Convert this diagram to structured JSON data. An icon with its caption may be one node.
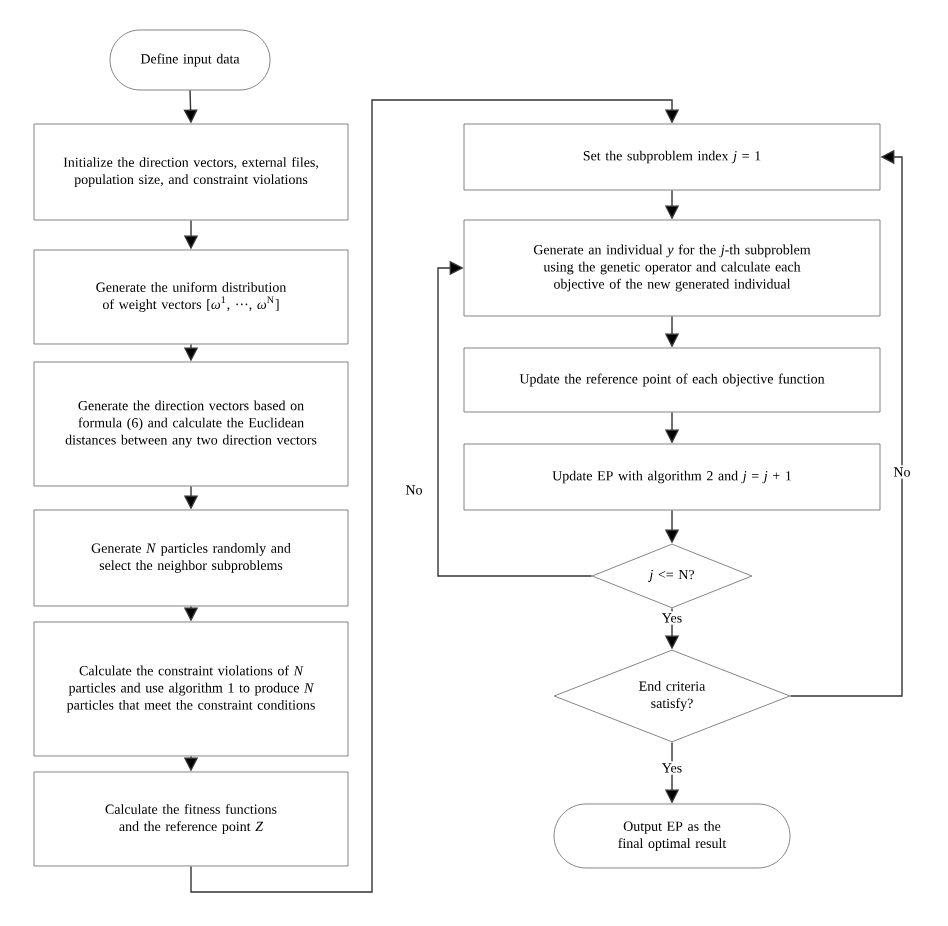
{
  "diagram": {
    "nodes": [
      {
        "text": [
          "Define input data"
        ]
      },
      {
        "text": [
          "Initialize the direction vectors, external files, population size, and constraint violations"
        ]
      },
      {
        "text": [
          "Generate the uniform distribution of weight vectors [*ω*$^{1}$, ···, *ω*$^{N}$]"
        ]
      },
      {
        "text": [
          "Generate the direction vectors based on formula (6) and calculate the Euclidean distances between any two direction vectors"
        ]
      },
      {
        "text": [
          "Generate *N* particles randomly and select the neighbor subproblems"
        ]
      },
      {
        "text": [
          "Calculate the constraint violations of *N* particles and use algorithm 1 to produce *N* particles that meet the constraint conditions"
        ]
      },
      {
        "text": [
          "Calculate the fitness functions and the reference point *Z*"
        ]
      },
      {
        "text": [
          "Set the subproblem index *j* = 1"
        ]
      },
      {
        "text": [
          "Generate an individual *y* for the *j*-th subproblem using the genetic operator and calculate each objective of the new generated individual"
        ]
      },
      {
        "text": [
          "Update the reference point of each objective function"
        ]
      },
      {
        "text": [
          "Update EP with algorithm 2 and *j* = *j* + 1"
        ]
      },
      {
        "text": [
          "*j* <= N?"
        ]
      },
      {
        "text": [
          "End criteria satisfy?"
        ]
      },
      {
        "text": [
          "Output EP as the final optimal result"
        ]
      }
    ],
    "edges": [
      {
        "from": 0,
        "to": 1,
        "arrow": "to"
      },
      {
        "from": 1,
        "to": 2,
        "arrow": "to"
      },
      {
        "from": 2,
        "to": 3,
        "arrow": "to"
      },
      {
        "from": 3,
        "to": 4,
        "arrow": "to"
      },
      {
        "from": 4,
        "to": 5,
        "arrow": "to"
      },
      {
        "from": 5,
        "to": 6,
        "arrow": "to"
      },
      {
        "from": 6,
        "to": 7,
        "arrow": "to"
      },
      {
        "from": 7,
        "to": 8,
        "arrow": "to"
      },
      {
        "from": 8,
        "to": 9,
        "arrow": "to"
      },
      {
        "from": 9,
        "to": 10,
        "arrow": "to"
      },
      {
        "from": 10,
        "to": 11,
        "arrow": "to"
      },
      {
        "from": 11,
        "to": 12,
        "arrow": "to",
        "label": "Yes"
      },
      {
        "from": 12,
        "to": 13,
        "arrow": "to",
        "label": "Yes"
      },
      {
        "from": 11,
        "to": 8,
        "arrow": "to",
        "label": "No"
      },
      {
        "from": 12,
        "to": 7,
        "arrow": "to",
        "label": "No"
      }
    ]
  }
}
